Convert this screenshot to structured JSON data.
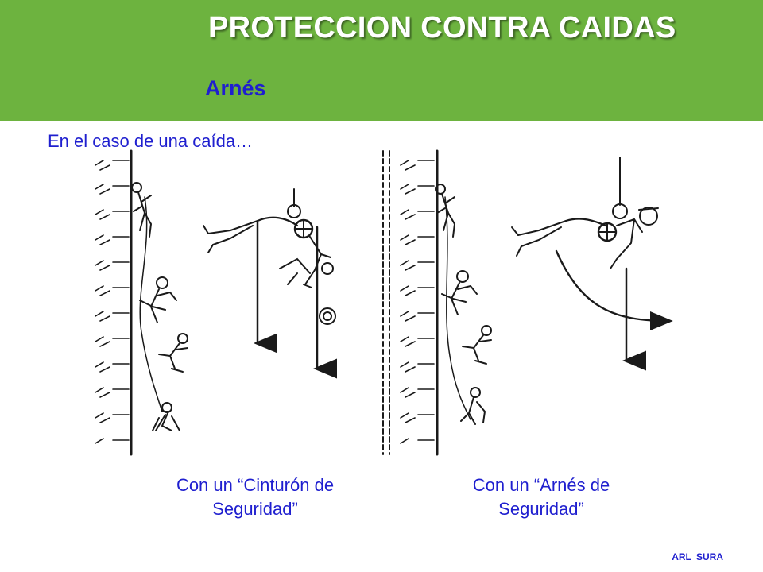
{
  "header": {
    "title": "PROTECCION CONTRA CAIDAS",
    "subtitle": "Arnés"
  },
  "intro": "En el caso de una caída…",
  "captions": {
    "left": {
      "line1": "Con un “Cinturón de",
      "line2": "Seguridad”"
    },
    "right": {
      "line1": "Con un “Arnés de",
      "line2": "Seguridad”"
    }
  },
  "footer": "ARL SURA",
  "colors": {
    "header_bg": "#6db33f",
    "title": "#ffffff",
    "accent_text": "#1f1fcf",
    "footer": "#1f1fcf",
    "drawing": "#1a1a1a"
  }
}
